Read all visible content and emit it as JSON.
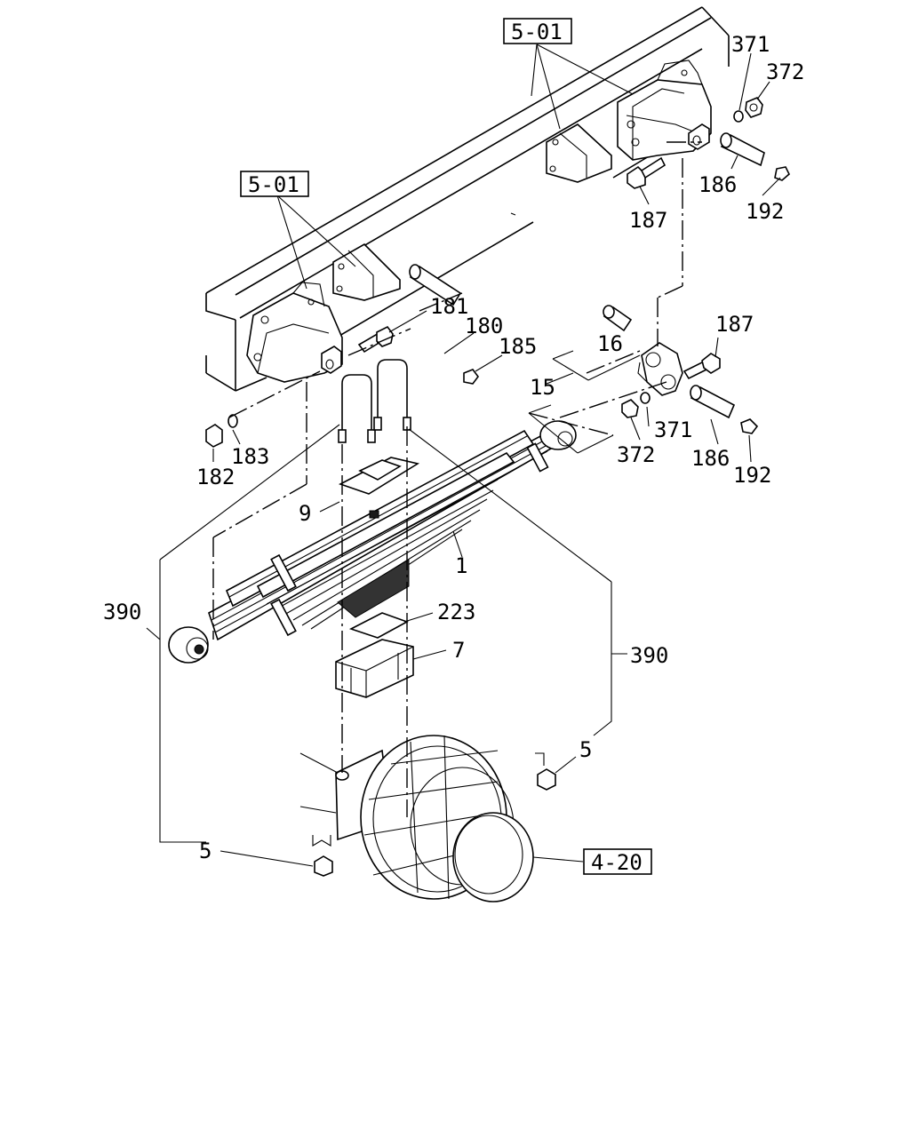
{
  "callouts": {
    "c_371_top": "371",
    "c_372_top": "372",
    "c_186_top": "186",
    "c_192_top": "192",
    "c_187_top": "187",
    "c_181": "181",
    "c_180": "180",
    "c_185": "185",
    "c_16": "16",
    "c_187_mid": "187",
    "c_15": "15",
    "c_371_mid": "371",
    "c_372_mid": "372",
    "c_186_mid": "186",
    "c_192_mid": "192",
    "c_182": "182",
    "c_183": "183",
    "c_9": "9",
    "c_1": "1",
    "c_390_left": "390",
    "c_223": "223",
    "c_7": "7",
    "c_390_right": "390",
    "c_5_right": "5",
    "c_5_left": "5"
  },
  "references": {
    "ref_top": "5-01",
    "ref_left": "5-01",
    "ref_hub": "4-20"
  }
}
